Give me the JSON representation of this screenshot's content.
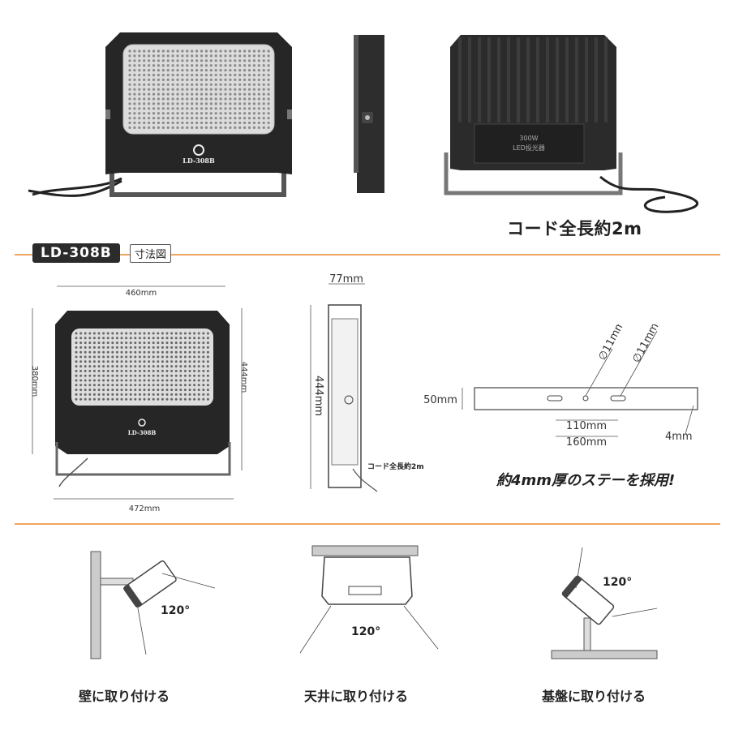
{
  "product": {
    "logo_text": "LD-308B",
    "back_label_lines": [
      "300W",
      "LED投光器"
    ],
    "cord_caption": "コード全長約2m"
  },
  "dimension_header": {
    "model": "LD-308B",
    "label": "寸法図"
  },
  "front_dims": {
    "top_width": "460mm",
    "bottom_width": "472mm",
    "left_height": "380mm",
    "right_height": "444mm"
  },
  "side_dims": {
    "depth": "77mm",
    "height": "444mm",
    "cord_note": "コード全長約2m"
  },
  "bracket_dims": {
    "height": "50mm",
    "hole_a": "∅11mm",
    "hole_b": "∅11mm",
    "inner": "110mm",
    "outer": "160mm",
    "thickness": "4mm"
  },
  "stay_caption": "約4mm厚のステーを採用!",
  "mounting": [
    {
      "angle": "120°",
      "label": "壁に取り付ける"
    },
    {
      "angle": "120°",
      "label": "天井に取り付ける"
    },
    {
      "angle": "120°",
      "label": "基盤に取り付ける"
    }
  ],
  "colors": {
    "accent_line": "#f0a55e",
    "body": "#2a2a2a",
    "led_panel": "#cfcfcf"
  }
}
